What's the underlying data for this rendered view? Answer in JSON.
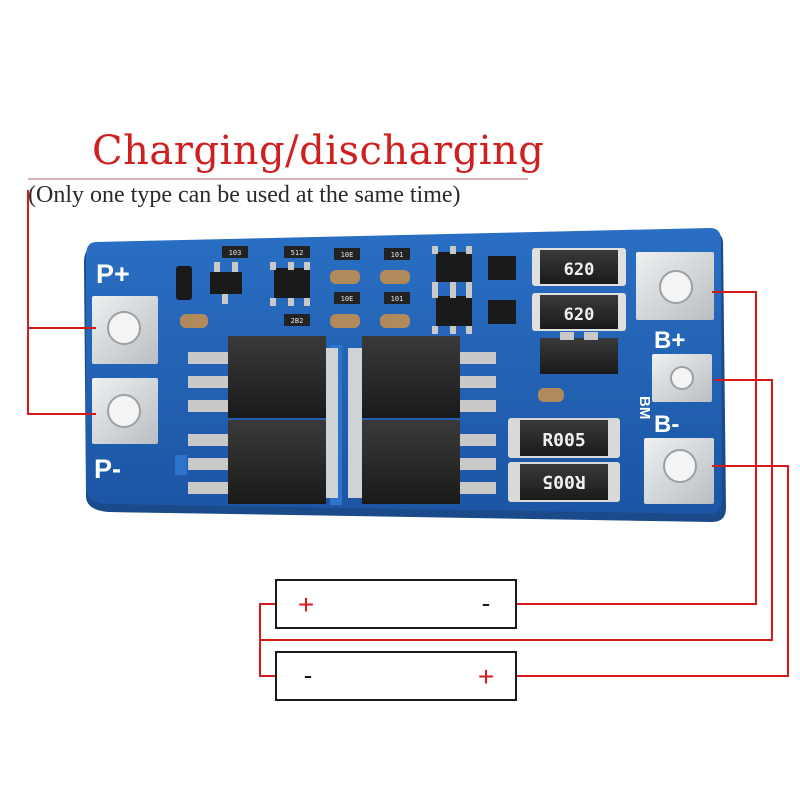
{
  "title": "Charging/discharging",
  "subtitle": "(Only one type can be used at the same time)",
  "board": {
    "pads": {
      "p_plus": "P+",
      "p_minus": "P-",
      "b_plus": "B+",
      "b_minus": "B-",
      "bm": "BM"
    },
    "resistors": {
      "r620_a": "620",
      "r620_b": "620",
      "r005_a": "R005",
      "r005_b": "R005"
    },
    "small_codes": [
      "103",
      "512",
      "10E",
      "101",
      "10E",
      "101",
      "2B2"
    ]
  },
  "batteries": [
    {
      "left_sign": "+",
      "right_sign": "-"
    },
    {
      "left_sign": "-",
      "right_sign": "+"
    }
  ],
  "colors": {
    "wire": "#d41a1a",
    "pcb": "#1f5fb3",
    "pcb_dark": "#174a90",
    "pad": "#d9dcde"
  }
}
